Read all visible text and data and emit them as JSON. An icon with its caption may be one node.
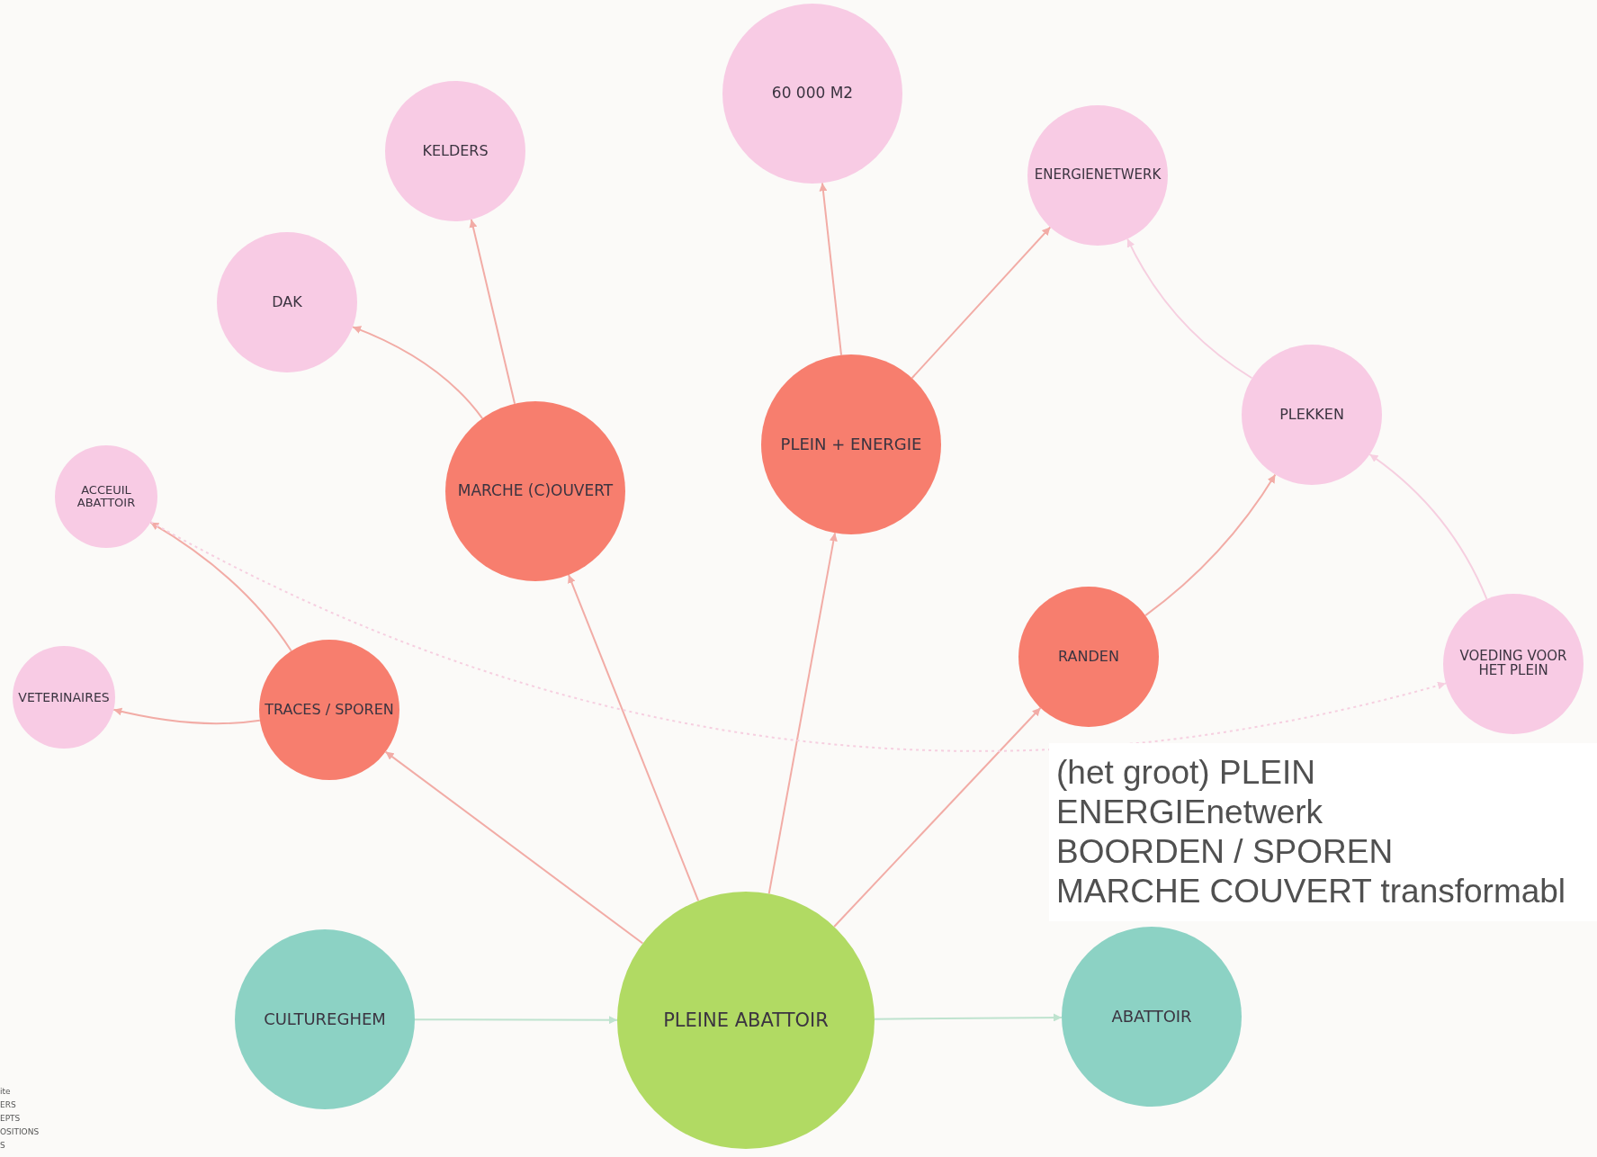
{
  "diagram": {
    "nodes": [
      {
        "text": [
          "60 000 M2"
        ]
      },
      {
        "text": [
          "KELDERS"
        ]
      },
      {
        "text": [
          "ENERGIENETWERK"
        ]
      },
      {
        "text": [
          "DAK"
        ]
      },
      {
        "text": [
          "PLEKKEN"
        ]
      },
      {
        "text": [
          "PLEIN + ENERGIE"
        ]
      },
      {
        "text": [
          "MARCHE (C)OUVERT"
        ]
      },
      {
        "text": [
          "ACCEUIL ABATTOIR"
        ]
      },
      {
        "text": [
          "RANDEN"
        ]
      },
      {
        "text": [
          "VOEDING VOOR HET PLEIN"
        ]
      },
      {
        "text": [
          "VETERINAIRES"
        ]
      },
      {
        "text": [
          "TRACES / SPOREN"
        ]
      },
      {
        "text": [
          "CULTUREGHEM"
        ]
      },
      {
        "text": [
          "PLEINE ABATTOIR"
        ]
      },
      {
        "text": [
          "ABATTOIR"
        ]
      }
    ],
    "edges": [
      {
        "from": 13,
        "to": 11,
        "arrow": "to"
      },
      {
        "from": 13,
        "to": 6,
        "arrow": "to"
      },
      {
        "from": 13,
        "to": 5,
        "arrow": "to"
      },
      {
        "from": 13,
        "to": 8,
        "arrow": "to"
      },
      {
        "from": 12,
        "to": 13,
        "arrow": "to",
        "color": "#bfe3cf"
      },
      {
        "from": 13,
        "to": 14,
        "arrow": "to",
        "color": "#bfe3cf"
      },
      {
        "from": 6,
        "to": 1,
        "arrow": "to"
      },
      {
        "from": 6,
        "to": 3,
        "arrow": "to"
      },
      {
        "from": 5,
        "to": 0,
        "arrow": "to"
      },
      {
        "from": 5,
        "to": 2,
        "arrow": "to"
      },
      {
        "from": 4,
        "to": 2,
        "arrow": "to",
        "color": "#f6cfe0"
      },
      {
        "from": 8,
        "to": 4,
        "arrow": "to"
      },
      {
        "from": 9,
        "to": 4,
        "arrow": "to",
        "color": "#f6cfe0"
      },
      {
        "from": 11,
        "to": 7,
        "arrow": "to"
      },
      {
        "from": 11,
        "to": 10,
        "arrow": "to"
      },
      {
        "from": 7,
        "to": 9,
        "arrow": "to",
        "style": "dashed",
        "color": "#f6cfe0"
      }
    ],
    "labels": [
      "(het groot) PLEIN",
      "ENERGIEnetwerk",
      "BOORDEN / SPOREN",
      "MARCHE COUVERT transformabl",
      "ite",
      "ERS",
      "EPTS",
      "OSITIONS",
      "S"
    ]
  }
}
